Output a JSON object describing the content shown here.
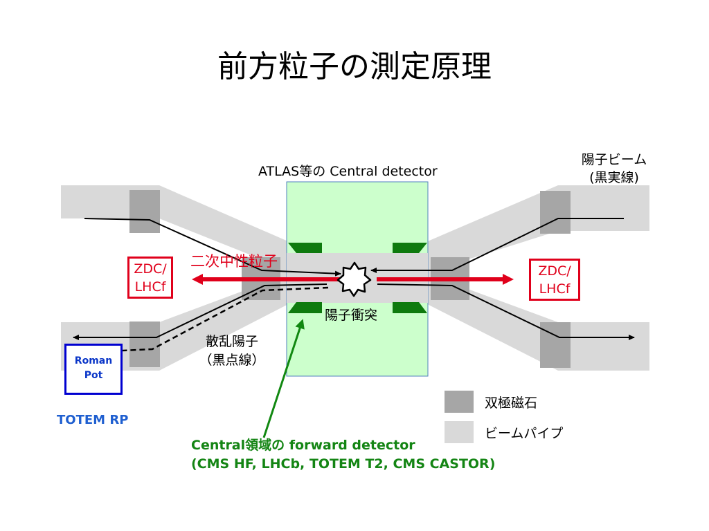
{
  "title": "前方粒子の測定原理",
  "central_detector_label": "ATLAS等の Central detector",
  "proton_beam_label": {
    "line1": "陽子ビーム",
    "line2": "(黒実線)"
  },
  "neutral_label": "二次中性粒子",
  "zdc_left": {
    "line1": "ZDC/",
    "line2": "LHCf"
  },
  "zdc_right": {
    "line1": "ZDC/",
    "line2": "LHCf"
  },
  "collision_label": "陽子衝突",
  "scattered_label": {
    "line1": "散乱陽子",
    "line2": "（黒点線）"
  },
  "roman_pot": {
    "line1": "Roman",
    "line2": "Pot"
  },
  "totem_rp_label": "TOTEM RP",
  "forward_label": {
    "line1": "Central領域の forward detector",
    "line2": "(CMS HF, LHCb, TOTEM T2, CMS CASTOR)"
  },
  "legend": [
    {
      "label": "双極磁石",
      "color": "#a6a6a6"
    },
    {
      "label": "ビームパイプ",
      "color": "#d9d9d9"
    }
  ],
  "colors": {
    "beam_pipe": "#d9d9d9",
    "magnet": "#a6a6a6",
    "central_detector": "#ccffcc",
    "forward_detector": "#0e7a0e",
    "neutral_arrow": "#e0001b",
    "green_arrow": "#118811"
  }
}
